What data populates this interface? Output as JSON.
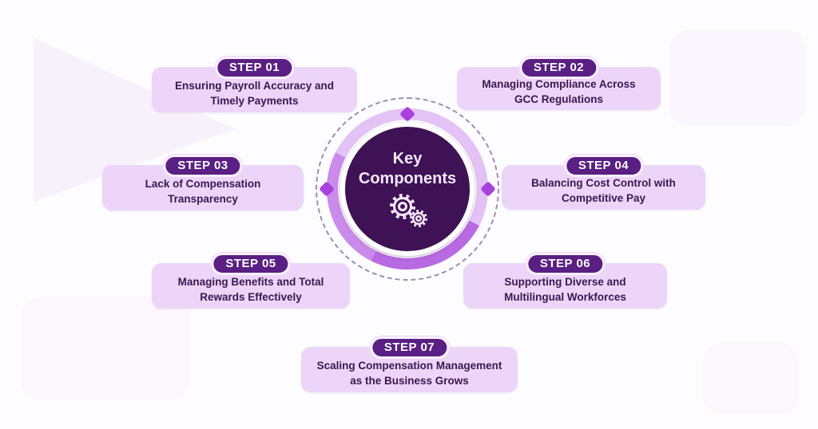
{
  "figure": {
    "type": "hub-and-spoke-infographic",
    "center": {
      "title_line1": "Key",
      "title_line2": "Components",
      "icon": "gears-icon"
    },
    "steps": [
      {
        "badge": "STEP 01",
        "line1": "Ensuring Payroll Accuracy and",
        "line2": "Timely Payments"
      },
      {
        "badge": "STEP 02",
        "line1": "Managing Compliance Across",
        "line2": "GCC Regulations"
      },
      {
        "badge": "STEP 03",
        "line1": "Lack of Compensation",
        "line2": "Transparency"
      },
      {
        "badge": "STEP 04",
        "line1": "Balancing Cost Control with",
        "line2": "Competitive Pay"
      },
      {
        "badge": "STEP 05",
        "line1": "Managing Benefits and Total",
        "line2": "Rewards Effectively"
      },
      {
        "badge": "STEP 06",
        "line1": "Supporting Diverse and",
        "line2": "Multilingual Workforces"
      },
      {
        "badge": "STEP 07",
        "line1": "Scaling Compensation Management",
        "line2": "as the Business Grows"
      }
    ],
    "colors": {
      "card_background": "#ecd5f8",
      "badge_background": "#5a1f82",
      "badge_text": "#ffffff",
      "card_text": "#3b1750",
      "hub_disc": "#3e1254",
      "hub_title_text": "#f6e7ff",
      "ring_light": "#e3c2f5",
      "ring_accent": "#b96ae2",
      "diamond_marker": "#a941dc",
      "dashed_circle": "#9d8fae"
    }
  }
}
